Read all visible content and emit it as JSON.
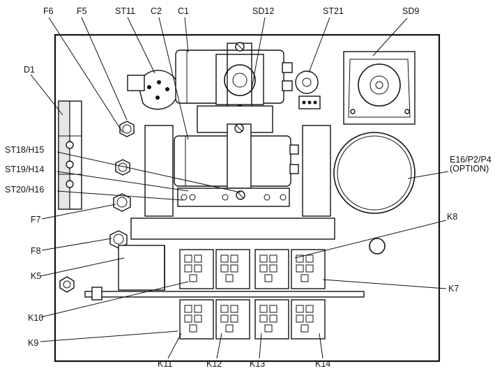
{
  "labels": {
    "F6": "F6",
    "F5": "F5",
    "ST11": "ST11",
    "C2": "C2",
    "C1": "C1",
    "SD12": "SD12",
    "ST21": "ST21",
    "SD9": "SD9",
    "D1": "D1",
    "ST18": "ST18/H15",
    "ST19": "ST19/H14",
    "ST20": "ST20/H16",
    "F7": "F7",
    "F8": "F8",
    "E16_line1": "E16/P2/P4",
    "E16_line2": "(OPTION)",
    "K8": "K8",
    "K5": "K5",
    "K7": "K7",
    "K10": "K10",
    "K9": "K9",
    "K11": "K11",
    "K12": "K12",
    "K13": "K13",
    "K14": "K14"
  }
}
